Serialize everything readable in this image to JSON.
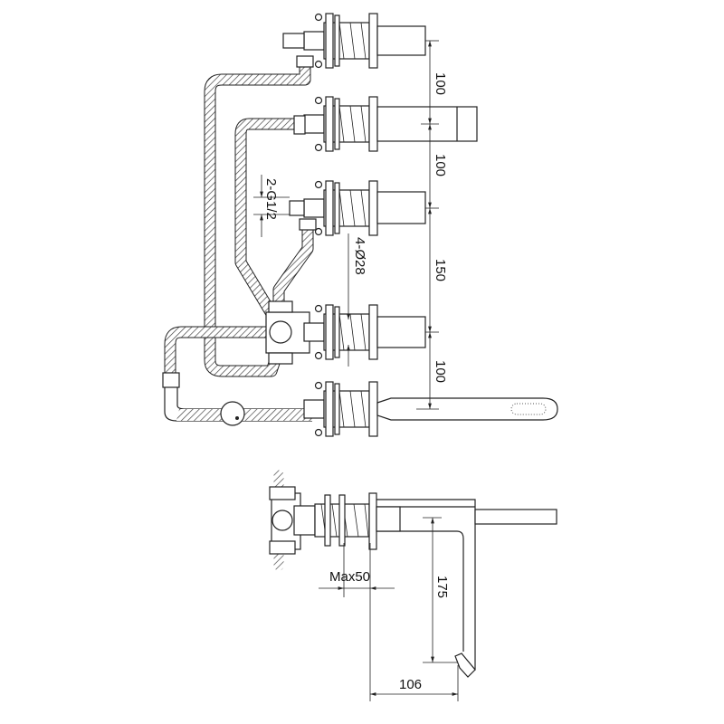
{
  "drawing": {
    "top_view": {
      "spacing_labels": [
        "100",
        "100",
        "150",
        "100"
      ],
      "thread_label": "2-G1/2",
      "hole_label": "4-Ø28"
    },
    "side_view": {
      "wall_thickness_label": "Max50",
      "height_label": "175",
      "projection_label": "106"
    }
  }
}
